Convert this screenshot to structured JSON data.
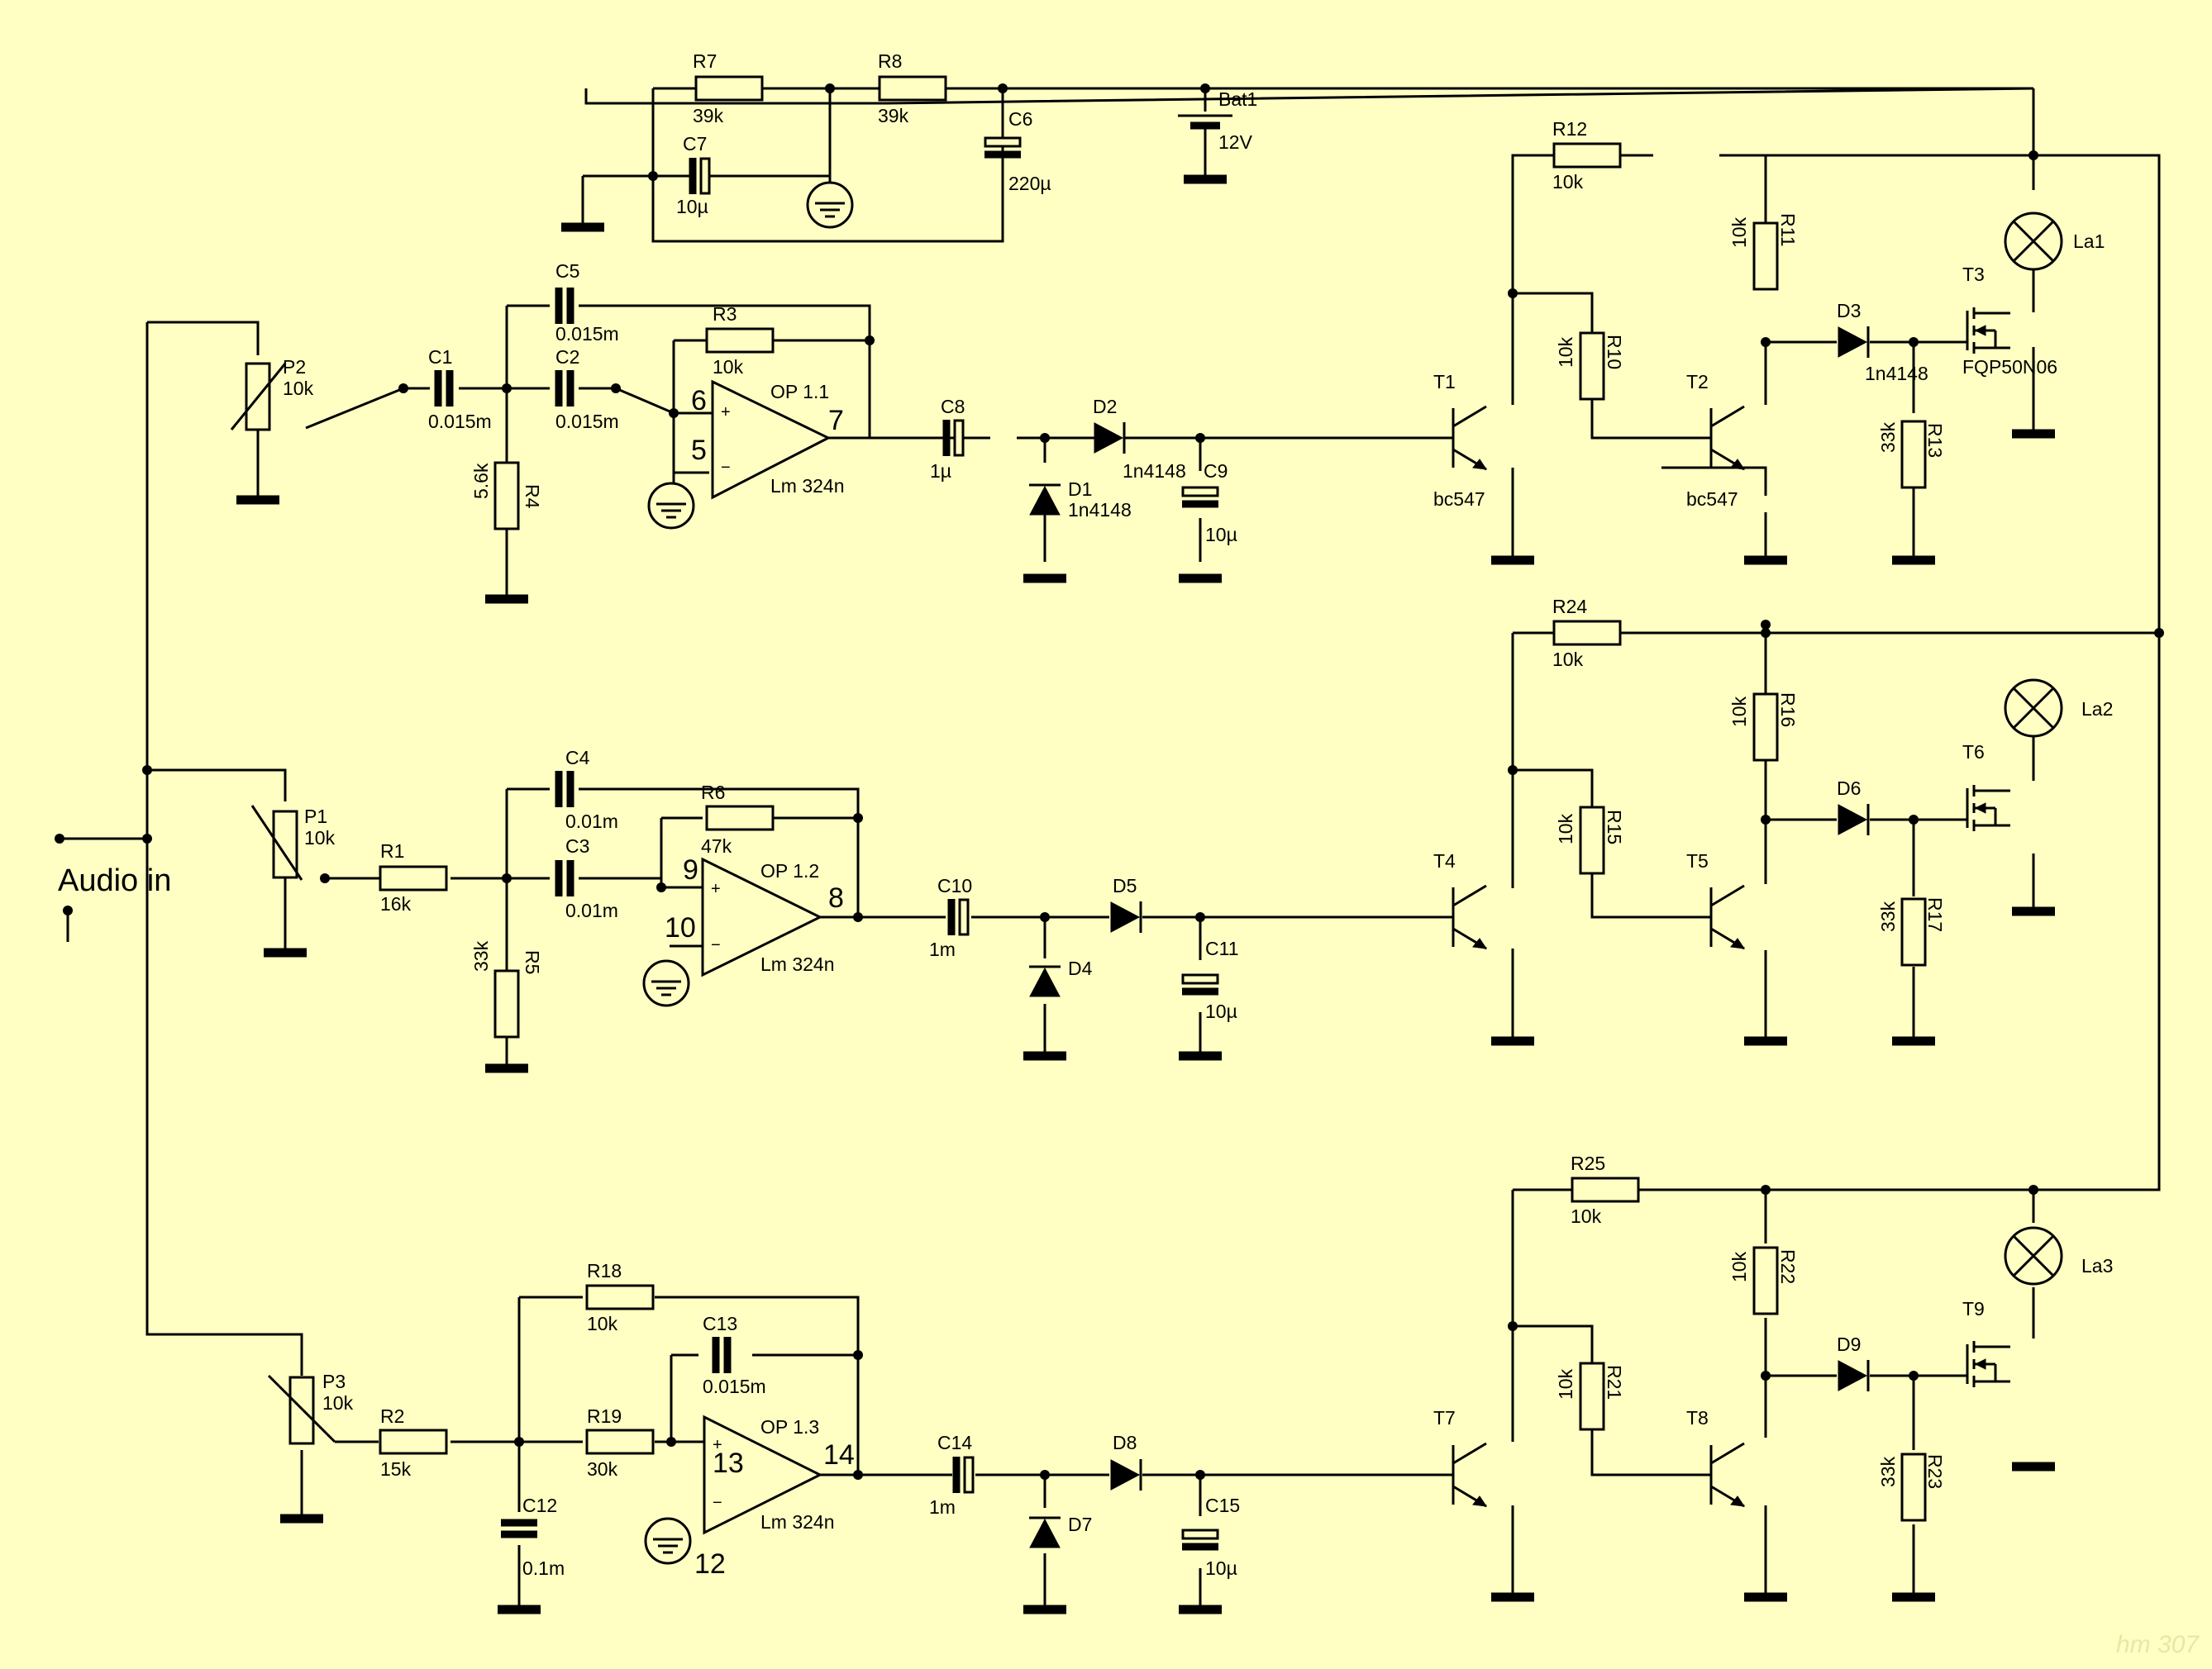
{
  "labels": {
    "audio_in": "Audio in",
    "bat1": "Bat1",
    "bat1_v": "12V",
    "r7": "R7",
    "r7_v": "39k",
    "r8": "R8",
    "r8_v": "39k",
    "c6": "C6",
    "c6_v": "220µ",
    "c7": "C7",
    "c7_v": "10µ",
    "p1": "P1",
    "p1_v": "10k",
    "p2": "P2",
    "p2_v": "10k",
    "p3": "P3",
    "p3_v": "10k",
    "c1": "C1",
    "c1_v": "0.015m",
    "c2": "C2",
    "c2_v": "0.015m",
    "c3": "C3",
    "c3_v": "0.01m",
    "c4": "C4",
    "c4_v": "0.01m",
    "c5": "C5",
    "c5_v": "0.015m",
    "c8": "C8",
    "c8_v": "1µ",
    "c9": "C9",
    "c9_v": "10µ",
    "c10": "C10",
    "c10_v": "1m",
    "c11": "C11",
    "c11_v": "10µ",
    "c12": "C12",
    "c12_v": "0.1m",
    "c13": "C13",
    "c13_v": "0.015m",
    "c14": "C14",
    "c14_v": "1m",
    "c15": "C15",
    "c15_v": "10µ",
    "r1": "R1",
    "r1_v": "16k",
    "r2": "R2",
    "r2_v": "15k",
    "r3": "R3",
    "r3_v": "10k",
    "r4": "R4",
    "r4_v": "5.6k",
    "r5": "R5",
    "r5_v": "33k",
    "r6": "R6",
    "r6_v": "47k",
    "r18": "R18",
    "r18_v": "10k",
    "r19": "R19",
    "r19_v": "30k",
    "r10": "R10",
    "r10_v": "10k",
    "r11": "R11",
    "r11_v": "10k",
    "r12": "R12",
    "r12_v": "10k",
    "r13": "R13",
    "r13_v": "33k",
    "r15": "R15",
    "r15_v": "10k",
    "r16": "R16",
    "r16_v": "10k",
    "r17": "R17",
    "r17_v": "33k",
    "r21": "R21",
    "r21_v": "10k",
    "r22": "R22",
    "r22_v": "10k",
    "r23": "R23",
    "r23_v": "33k",
    "r24": "R24",
    "r24_v": "10k",
    "r25": "R25",
    "r25_v": "10k",
    "op1": "OP 1.1",
    "op1_part": "Lm 324n",
    "op2": "OP 1.2",
    "op2_part": "Lm 324n",
    "op3": "OP 1.3",
    "op3_part": "Lm 324n",
    "pin6": "6",
    "pin5": "5",
    "pin7": "7",
    "pin9": "9",
    "pin10": "10",
    "pin8": "8",
    "pin13": "13",
    "pin12": "12",
    "pin14": "14",
    "plus": "+",
    "minus": "−",
    "d1": "D1",
    "d1_v": "1n4148",
    "d2": "D2",
    "d2_v": "1n4148",
    "d3": "D3",
    "d3_v": "1n4148",
    "d4": "D4",
    "d5": "D5",
    "d6": "D6",
    "d7": "D7",
    "d8": "D8",
    "d9": "D9",
    "t1": "T1",
    "t1_v": "bc547",
    "t2": "T2",
    "t2_v": "bc547",
    "t3": "T3",
    "t3_v": "FQP50N06",
    "t4": "T4",
    "t5": "T5",
    "t6": "T6",
    "t7": "T7",
    "t8": "T8",
    "t9": "T9",
    "la1": "La1",
    "la2": "La2",
    "la3": "La3",
    "watermark": "hm 307"
  },
  "colors": {
    "background": "#FFFFC4",
    "ink": "#000000"
  }
}
